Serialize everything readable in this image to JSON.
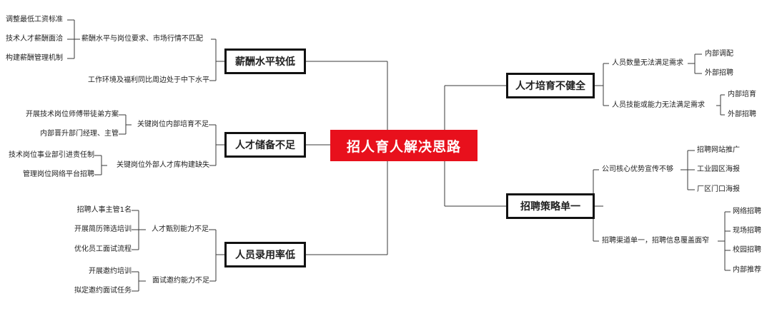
{
  "center": "招人育人解决思路",
  "left": [
    {
      "title": "薪酬水平较低",
      "causes": [
        {
          "text": "薪酬水平与岗位要求、市场行情不匹配",
          "actions": [
            "调整最低工资标准",
            "技术人才薪酬面洽",
            "构建薪酬管理机制"
          ]
        },
        {
          "text": "工作环境及福利同比周边处于中下水平",
          "actions": []
        }
      ]
    },
    {
      "title": "人才储备不足",
      "causes": [
        {
          "text": "关键岗位内部培育不足",
          "actions": [
            "开展技术岗位师傅带徒弟方案",
            "内部晋升部门经理、主管"
          ]
        },
        {
          "text": "关键岗位外部人才库构建缺失",
          "actions": [
            "技术岗位事业部引进责任制",
            "管理岗位网络平台招聘"
          ]
        }
      ]
    },
    {
      "title": "人员录用率低",
      "causes": [
        {
          "text": "人才甄别能力不足",
          "actions": [
            "招聘人事主管1名",
            "开展简历筛选培训",
            "优化员工面试流程"
          ]
        },
        {
          "text": "面试邀约能力不足",
          "actions": [
            "开展邀约培训",
            "拟定邀约面试任务"
          ]
        }
      ]
    }
  ],
  "right": [
    {
      "title": "人才培育不健全",
      "causes": [
        {
          "text": "人员数量无法满足需求",
          "actions": [
            "内部调配",
            "外部招聘"
          ]
        },
        {
          "text": "人员技能或能力无法满足需求",
          "actions": [
            "内部培育",
            "外部招聘"
          ]
        }
      ]
    },
    {
      "title": "招聘策略单一",
      "causes": [
        {
          "text": "公司核心优势宣传不够",
          "actions": [
            "招聘网站推广",
            "工业园区海报",
            "厂区门口海报"
          ]
        },
        {
          "text": "招聘渠道单一，招聘信息覆盖面窄",
          "actions": [
            "网络招聘",
            "现场招聘",
            "校园招聘",
            "内部推荐"
          ]
        }
      ]
    }
  ]
}
